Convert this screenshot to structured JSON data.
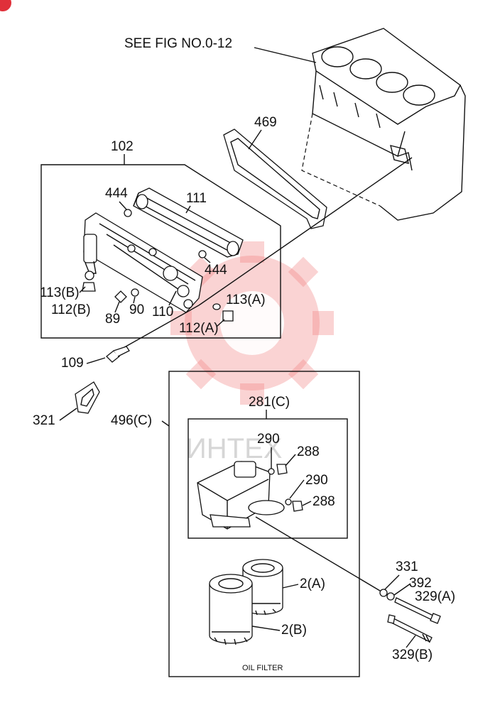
{
  "watermark": {
    "brand_text": "ИНТЕХ",
    "color": "#f08080"
  },
  "reference": {
    "text": "SEE FIG NO.0-12"
  },
  "labels": {
    "p102": "102",
    "p469": "469",
    "p444a": "444",
    "p111": "111",
    "p444b": "444",
    "p113b": "113(B)",
    "p112b": "112(B)",
    "p89": "89",
    "p90": "90",
    "p110": "110",
    "p113a": "113(A)",
    "p112a": "112(A)",
    "p109": "109",
    "p321": "321",
    "p496c": "496(C)",
    "p281c": "281(C)",
    "p290a": "290",
    "p288a": "288",
    "p290b": "290",
    "p288b": "288",
    "p2a": "2(A)",
    "p2b": "2(B)",
    "p331": "331",
    "p392": "392",
    "p329a": "329(A)",
    "p329b": "329(B)"
  },
  "caption": {
    "oil_filter": "OIL FILTER"
  }
}
